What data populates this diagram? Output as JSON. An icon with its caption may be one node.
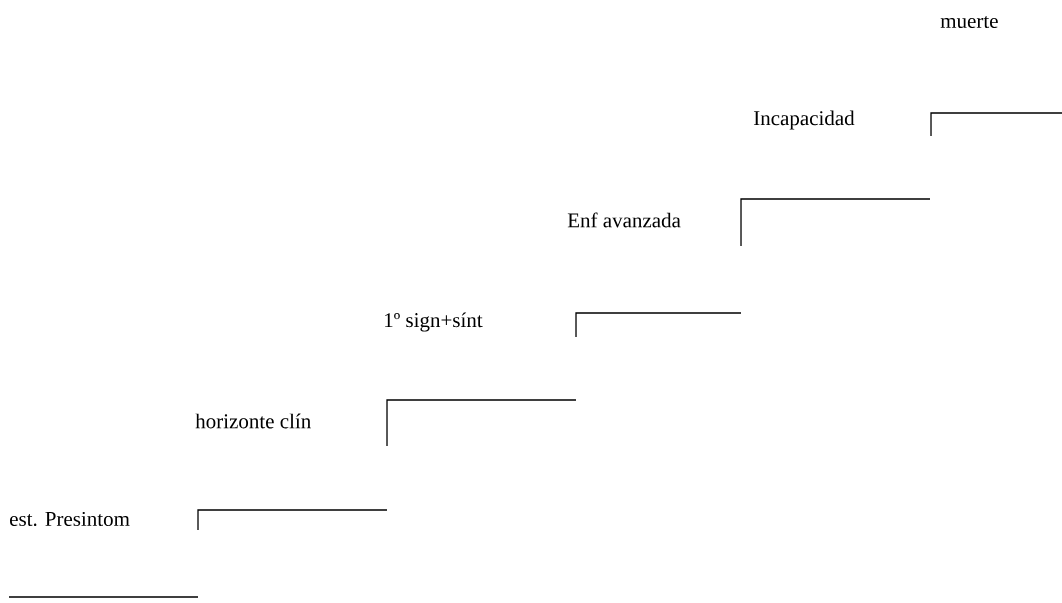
{
  "diagram": {
    "labels": [
      "muerte",
      "Incapacidad",
      "Enf avanzada",
      "1º sign+sínt",
      "horizonte clín",
      "est. Presintom"
    ]
  }
}
